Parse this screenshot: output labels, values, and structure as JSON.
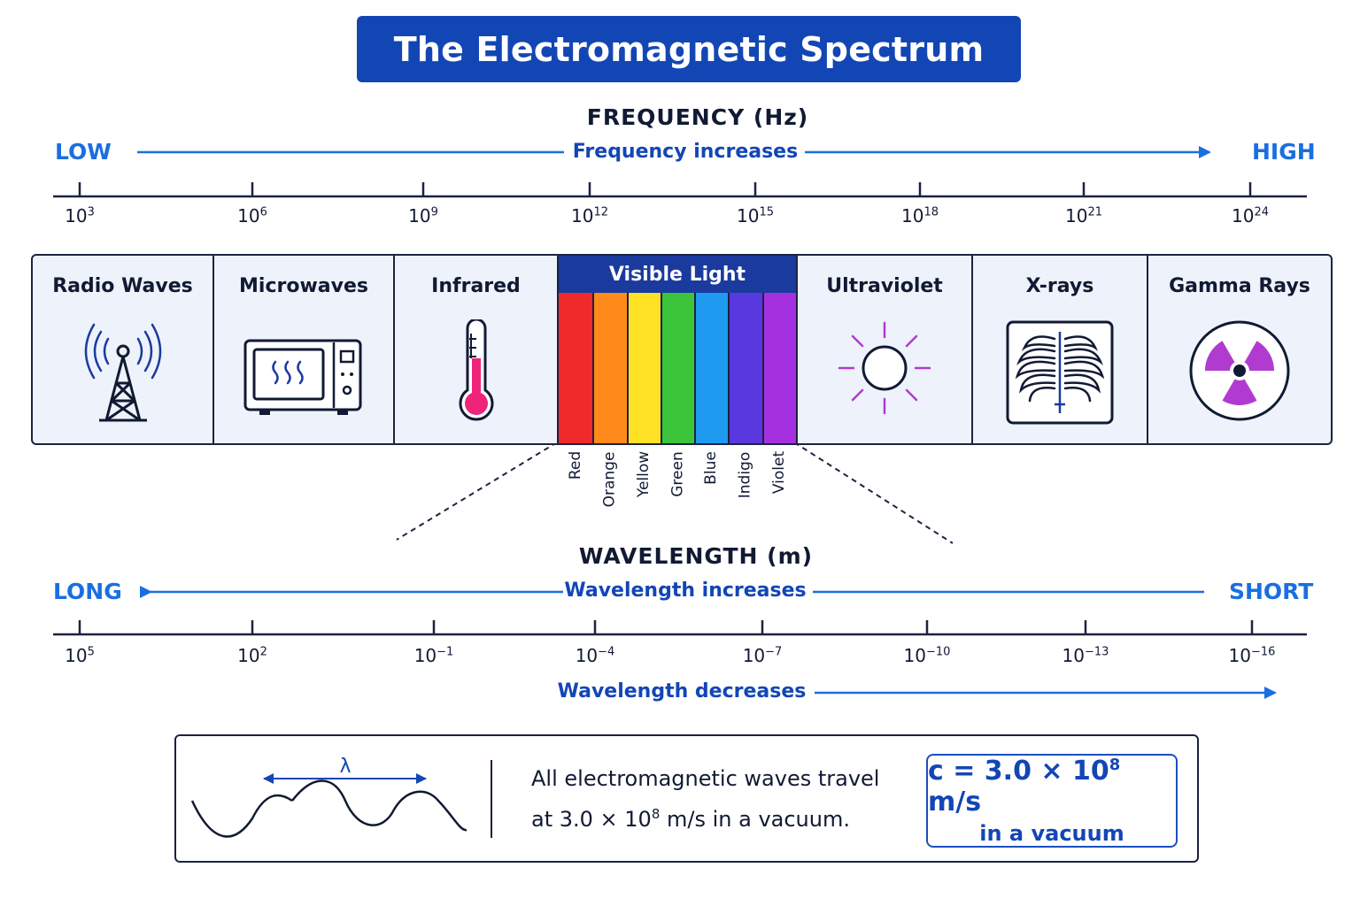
{
  "title": "The Electromagnetic Spectrum",
  "frequency": {
    "axis_title": "FREQUENCY",
    "unit": "(Hz)",
    "low_label": "LOW",
    "high_label": "HIGH",
    "direction_label": "Frequency increases",
    "ticks": [
      {
        "base": "10",
        "exp": "3"
      },
      {
        "base": "10",
        "exp": "6"
      },
      {
        "base": "10",
        "exp": "9"
      },
      {
        "base": "10",
        "exp": "12"
      },
      {
        "base": "10",
        "exp": "15"
      },
      {
        "base": "10",
        "exp": "18"
      },
      {
        "base": "10",
        "exp": "21"
      },
      {
        "base": "10",
        "exp": "24"
      }
    ]
  },
  "bands": [
    {
      "name": "Radio Waves",
      "icon": "radio-tower-icon"
    },
    {
      "name": "Microwaves",
      "icon": "microwave-oven-icon"
    },
    {
      "name": "Infrared",
      "icon": "thermometer-icon"
    },
    {
      "name": "Visible Light",
      "icon": "rainbow-stripes"
    },
    {
      "name": "Ultraviolet",
      "icon": "sun-icon"
    },
    {
      "name": "X-rays",
      "icon": "ribcage-xray-icon"
    },
    {
      "name": "Gamma Rays",
      "icon": "radiation-icon"
    }
  ],
  "visible_colors": [
    {
      "name": "Red",
      "color": "#f02a2a"
    },
    {
      "name": "Orange",
      "color": "#ff8a1c"
    },
    {
      "name": "Yellow",
      "color": "#ffe225"
    },
    {
      "name": "Green",
      "color": "#3cc43a"
    },
    {
      "name": "Blue",
      "color": "#1e9af0"
    },
    {
      "name": "Indigo",
      "color": "#5a38e0"
    },
    {
      "name": "Violet",
      "color": "#a530e0"
    }
  ],
  "wavelength": {
    "axis_title": "WAVELENGTH",
    "unit": "(m)",
    "long_label": "LONG",
    "short_label": "SHORT",
    "direction_label": "Wavelength increases",
    "direction_label_2": "Wavelength decreases",
    "ticks": [
      {
        "base": "10",
        "exp": "5"
      },
      {
        "base": "10",
        "exp": "2"
      },
      {
        "base": "10",
        "exp": "−1"
      },
      {
        "base": "10",
        "exp": "−4"
      },
      {
        "base": "10",
        "exp": "−7"
      },
      {
        "base": "10",
        "exp": "−10"
      },
      {
        "base": "10",
        "exp": "−13"
      },
      {
        "base": "10",
        "exp": "−16"
      }
    ]
  },
  "info": {
    "lambda_symbol": "λ",
    "line1": "All electromagnetic waves travel",
    "line2_pre": "at 3.0 × 10",
    "line2_exp": "8",
    "line2_post": " m/s in a vacuum.",
    "eq_pre": "c = 3.0 × 10",
    "eq_exp": "8",
    "eq_post": " m/s",
    "eq_sub": "in a vacuum"
  },
  "colors": {
    "title_bg": "#1346b5",
    "accent_blue": "#1a6fe0",
    "dark": "#111a33",
    "band_bg": "#eef2fa"
  }
}
